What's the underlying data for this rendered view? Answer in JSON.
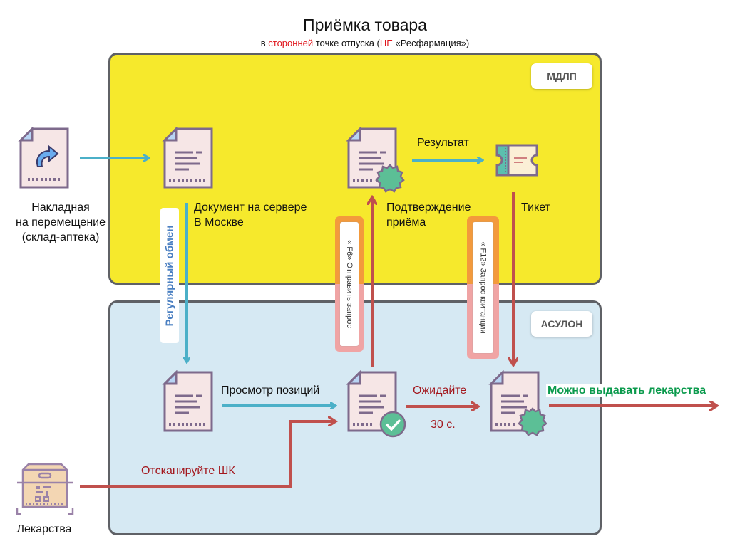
{
  "title": "Приёмка товара",
  "subtitle": {
    "prefix": "в ",
    "highlight1": "сторонней",
    "middle": " точке отпуска (",
    "highlight2": "НЕ",
    "suffix": " «Ресфармация»)"
  },
  "zones": {
    "mdlp": {
      "label": "МДЛП",
      "color": "#f6e92c"
    },
    "asulon": {
      "label": "АСУЛОН",
      "color": "#d6e9f3"
    }
  },
  "nodes": {
    "invoice": {
      "label_lines": [
        "Накладная",
        "на перемещение",
        "(склад-аптека)"
      ],
      "icon": "document-share-icon"
    },
    "server_doc": {
      "label_lines": [
        "Документ на сервере",
        "В Москве"
      ],
      "icon": "document-icon"
    },
    "confirmation": {
      "label_lines": [
        "Подтверждение",
        "приёма"
      ],
      "icon": "document-seal-icon"
    },
    "ticket": {
      "label": "Тикет",
      "icon": "ticket-icon"
    },
    "local_doc": {
      "icon": "document-icon"
    },
    "checked_doc": {
      "icon": "document-check-icon"
    },
    "final_doc": {
      "icon": "document-seal-icon"
    },
    "medicines": {
      "label": "Лекарства",
      "icon": "barcode-box-icon"
    }
  },
  "edges": {
    "result": "Результат",
    "regular_exchange": "Регулярный обмен",
    "view_positions": "Просмотр позиций",
    "wait": "Ожидайте",
    "wait_time": "30 с.",
    "scan_barcode": "Отсканируйте ШК",
    "can_dispense": "Можно выдавать лекарства"
  },
  "buttons": {
    "send_request": "« F6» Отправить запрос",
    "request_receipt": "« F12» Запрос квитанции"
  },
  "colors": {
    "blue_arrow": "#4bb0c8",
    "red_arrow": "#c0504d",
    "green_text": "#0a9a4c",
    "highlight_red": "#e0141b"
  }
}
